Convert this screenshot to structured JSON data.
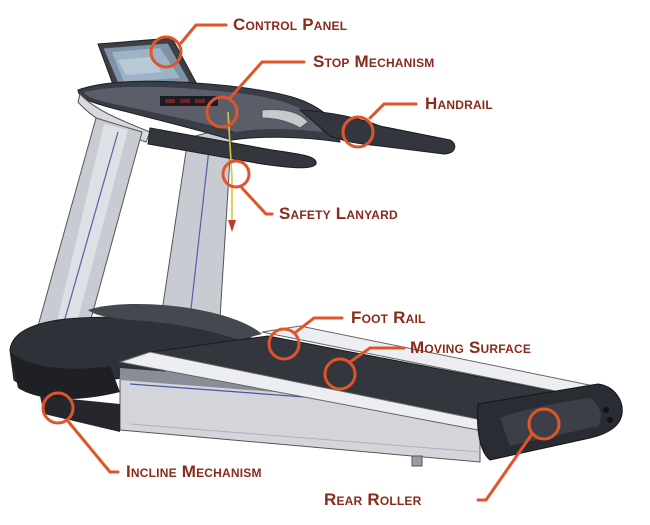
{
  "diagram": {
    "accent_color": "#e0542a",
    "label_color": "#8a2a1b",
    "labels": {
      "control_panel": "Control Panel",
      "stop_mechanism": "Stop Mechanism",
      "handrail": "Handrail",
      "safety_lanyard": "Safety Lanyard",
      "foot_rail": "Foot Rail",
      "moving_surface": "Moving Surface",
      "incline_mechanism": "Incline Mechanism",
      "rear_roller": "Rear Roller"
    }
  }
}
